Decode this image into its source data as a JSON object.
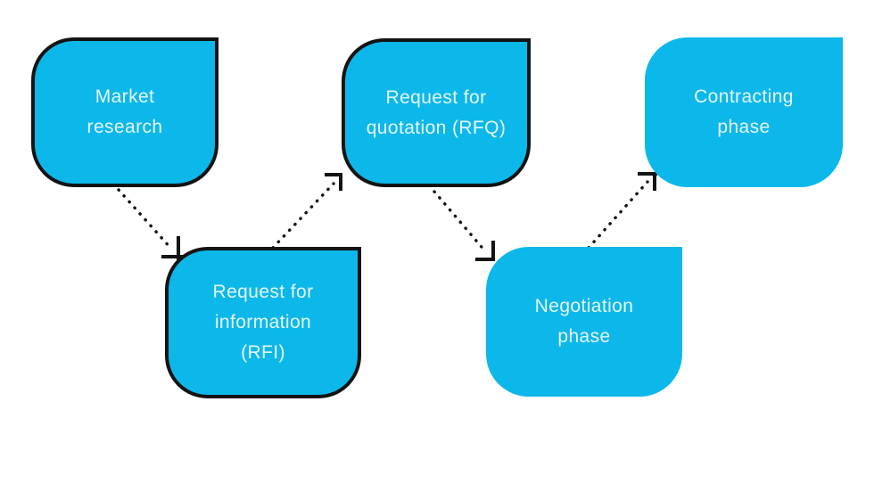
{
  "diagram": {
    "type": "flowchart",
    "description": "Procurement process flow in five zigzag steps connected by dotted arrows",
    "nodes": [
      {
        "id": "market-research",
        "label": "Market\nresearch",
        "bordered": true
      },
      {
        "id": "rfq",
        "label": "Request for\nquotation (RFQ)",
        "bordered": true
      },
      {
        "id": "contracting",
        "label": "Contracting\nphase",
        "bordered": false
      },
      {
        "id": "rfi",
        "label": "Request for\ninformation\n(RFI)",
        "bordered": true
      },
      {
        "id": "negotiation",
        "label": "Negotiation\nphase",
        "bordered": false
      }
    ],
    "edges": [
      {
        "from": "market-research",
        "to": "rfi",
        "style": "dotted-arrow",
        "direction": "down-right"
      },
      {
        "from": "rfi",
        "to": "rfq",
        "style": "dotted-arrow",
        "direction": "up-right"
      },
      {
        "from": "rfq",
        "to": "negotiation",
        "style": "dotted-arrow",
        "direction": "down-right"
      },
      {
        "from": "negotiation",
        "to": "contracting",
        "style": "dotted-arrow",
        "direction": "up-right"
      }
    ],
    "colors": {
      "node_fill": "#0cb8e9",
      "node_border": "#131313",
      "arrow": "#131313",
      "label_text": "#e7f6fc",
      "background": "#ffffff"
    }
  }
}
